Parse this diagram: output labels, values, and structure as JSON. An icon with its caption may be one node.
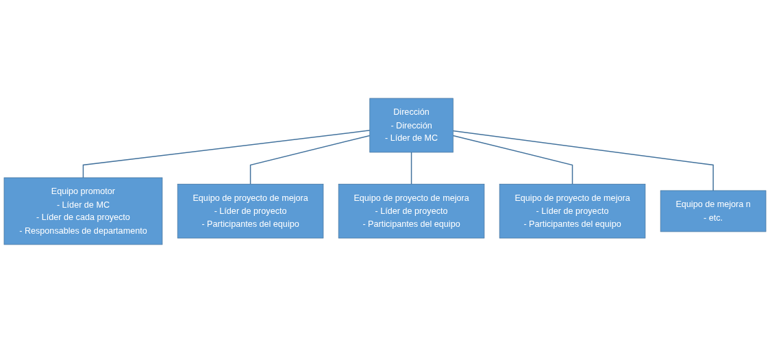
{
  "diagram": {
    "nodes": [
      {
        "text": [
          "Dirección",
          "- Dirección",
          "- Líder de MC"
        ]
      },
      {
        "text": [
          "Equipo promotor",
          "- Líder de MC",
          "- Líder de cada proyecto",
          "- Responsables de departamento"
        ]
      },
      {
        "text": [
          "Equipo de proyecto de mejora",
          "- Líder de proyecto",
          "- Participantes del equipo"
        ]
      },
      {
        "text": [
          "Equipo de proyecto de mejora",
          "- Líder de proyecto",
          "- Participantes del equipo"
        ]
      },
      {
        "text": [
          "Equipo de proyecto de mejora",
          "- Líder de proyecto",
          "- Participantes del equipo"
        ]
      },
      {
        "text": [
          "Equipo de mejora n",
          "- etc."
        ]
      }
    ],
    "edges": [
      {
        "from": 0,
        "to": 1,
        "arrow": "none"
      },
      {
        "from": 0,
        "to": 2,
        "arrow": "none"
      },
      {
        "from": 0,
        "to": 3,
        "arrow": "none"
      },
      {
        "from": 0,
        "to": 4,
        "arrow": "none"
      },
      {
        "from": 0,
        "to": 5,
        "arrow": "none"
      }
    ]
  }
}
